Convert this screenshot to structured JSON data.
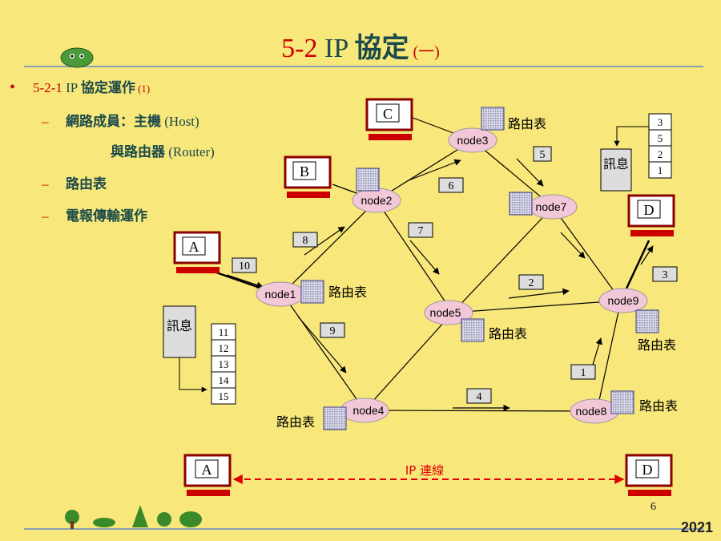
{
  "title": {
    "part1": "5-2",
    "part2": " IP ",
    "part3": "協定",
    "part4": " (一)"
  },
  "bullets": {
    "main_num": "5-2-1",
    "main_ip": " IP ",
    "main_text": "協定運作",
    "main_suffix": " (1)",
    "sub1": "網路成員：主機",
    "sub1_en": " (Host)",
    "sub1b": "與路由器",
    "sub1b_en": " (Router)",
    "sub2": "路由表",
    "sub3": "電報傳輸運作"
  },
  "hosts": [
    {
      "id": "A",
      "label": "A"
    },
    {
      "id": "B",
      "label": "B"
    },
    {
      "id": "C",
      "label": "C"
    },
    {
      "id": "D",
      "label": "D"
    },
    {
      "id": "A2",
      "label": "A"
    },
    {
      "id": "D2",
      "label": "D"
    }
  ],
  "nodes": [
    {
      "id": "node1",
      "label": "node1"
    },
    {
      "id": "node2",
      "label": "node2"
    },
    {
      "id": "node3",
      "label": "node3"
    },
    {
      "id": "node4",
      "label": "node4"
    },
    {
      "id": "node5",
      "label": "node5"
    },
    {
      "id": "node7",
      "label": "node7"
    },
    {
      "id": "node8",
      "label": "node8"
    },
    {
      "id": "node9",
      "label": "node9"
    }
  ],
  "routing_label": "路由表",
  "message_label": "訊息",
  "steps": [
    "1",
    "2",
    "3",
    "4",
    "5",
    "6",
    "7",
    "8",
    "9",
    "10"
  ],
  "stack_left": [
    "11",
    "12",
    "13",
    "14",
    "15"
  ],
  "stack_right": [
    "3",
    "5",
    "2",
    "1"
  ],
  "ip_link": "IP 連線",
  "page_number": "6",
  "year": "2021",
  "colors": {
    "background": "#f8e77a",
    "red": "#cc0000",
    "teal": "#1a4a4a",
    "cloud": "#f2c8d8"
  }
}
